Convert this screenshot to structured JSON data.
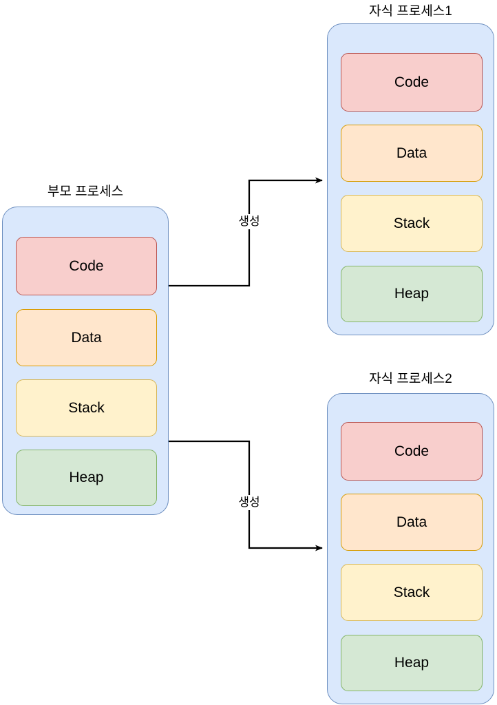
{
  "diagram": {
    "title_parent": "부모 프로세스",
    "title_child1": "자식 프로세스1",
    "title_child2": "자식 프로세스2",
    "segments": {
      "code": "Code",
      "data": "Data",
      "stack": "Stack",
      "heap": "Heap"
    },
    "edges": [
      {
        "label": "생성"
      },
      {
        "label": "생성"
      }
    ],
    "colors": {
      "container_fill": "#dae8fc",
      "container_stroke": "#6c8ebf",
      "code_fill": "#f8cecc",
      "code_stroke": "#b85450",
      "data_fill": "#ffe6cc",
      "data_stroke": "#d79b00",
      "stack_fill": "#fff2cc",
      "stack_stroke": "#d6b656",
      "heap_fill": "#d5e8d4",
      "heap_stroke": "#82b366",
      "edge_stroke": "#000000",
      "background": "#ffffff"
    }
  }
}
